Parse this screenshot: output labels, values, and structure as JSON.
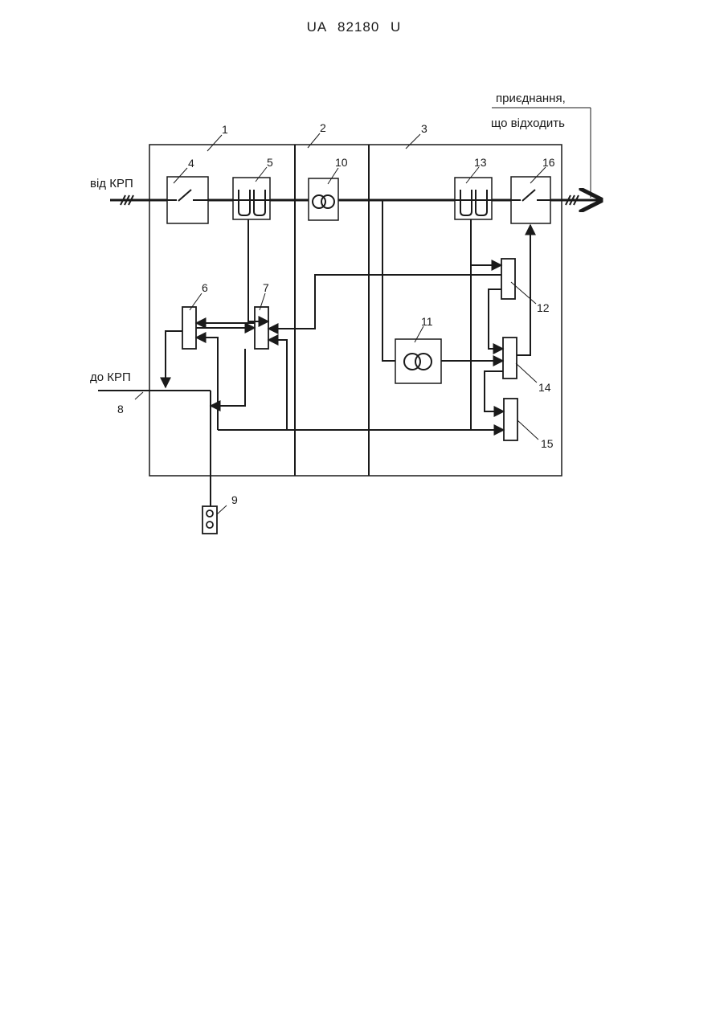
{
  "header": {
    "doc_number": "UA   82180   U"
  },
  "labels": {
    "input": "від КРП",
    "output_line1": "приєднання,",
    "output_line2": "що відходить",
    "to_krp": "до КРП"
  },
  "numbers": {
    "n1": "1",
    "n2": "2",
    "n3": "3",
    "n4": "4",
    "n5": "5",
    "n6": "6",
    "n7": "7",
    "n8": "8",
    "n9": "9",
    "n10": "10",
    "n11": "11",
    "n12": "12",
    "n13": "13",
    "n14": "14",
    "n15": "15",
    "n16": "16"
  }
}
